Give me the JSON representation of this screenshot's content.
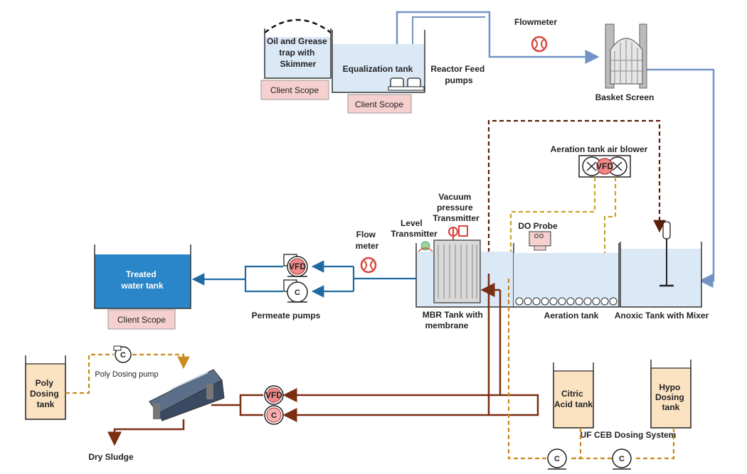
{
  "colors": {
    "feed_line": "#7393c4",
    "sludge_line": "#7a2e12",
    "air_line": "#c9a227",
    "chem_line": "#c98a1f",
    "permeate_line": "#1f6aa3",
    "tank_water": "#dbe8f6",
    "treated_tank": "#2a86c8",
    "scope_fill": "#f6cfcf",
    "chem_tank_fill": "#fbe3c2",
    "vfd_red": "#f08a8a",
    "meter_red": "#d9463b"
  },
  "labels": {
    "oil_grease_trap": [
      "Oil and Grease",
      "trap with",
      "Skimmer"
    ],
    "equalization_tank": "Equalization tank",
    "reactor_feed_pumps": [
      "Reactor Feed",
      "pumps"
    ],
    "flowmeter_top": "Flowmeter",
    "basket_screen": "Basket Screen",
    "aeration_blower": "Aeration tank air blower",
    "vacuum_transmitter": [
      "Vacuum",
      "pressure",
      "Transmitter"
    ],
    "level_transmitter": [
      "Level",
      "Transmitter"
    ],
    "flow_meter_mid": [
      "Flow",
      "meter"
    ],
    "do_probe": "DO Probe",
    "treated_water_tank": [
      "Treated",
      "water tank"
    ],
    "permeate_pumps": "Permeate pumps",
    "mbr_tank": [
      "MBR Tank with",
      "membrane"
    ],
    "aeration_tank": "Aeration tank",
    "anoxic_tank": "Anoxic Tank with Mixer",
    "poly_dosing_tank": [
      "Poly",
      "Dosing",
      "tank"
    ],
    "poly_dosing_pump": "Poly Dosing pump",
    "dry_sludge": "Dry Sludge",
    "citric_acid_tank": [
      "Citric",
      "Acid tank"
    ],
    "hypo_dosing_tank": [
      "Hypo",
      "Dosing",
      "tank"
    ],
    "uf_ceb_system": "UF CEB Dosing System",
    "client_scope": "Client Scope",
    "vfd": "VFD",
    "pump_c": "C"
  }
}
